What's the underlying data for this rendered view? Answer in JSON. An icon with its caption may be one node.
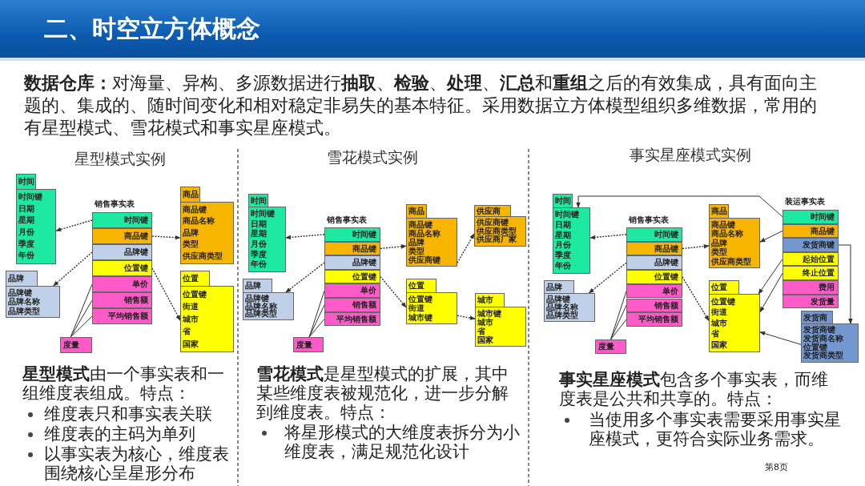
{
  "diagram": {
    "title": "二、时空立方体概念",
    "nodes": [
      {
        "text": [
          "时间",
          "时间键",
          "日期",
          "星期",
          "月份",
          "季度",
          "年份"
        ]
      },
      {
        "text": [
          "销售事实表"
        ]
      },
      {
        "text": [
          "时间键"
        ],
        "in": 1
      },
      {
        "text": [
          "商品键"
        ],
        "in": 1
      },
      {
        "text": [
          "品牌键"
        ],
        "in": 1
      },
      {
        "text": [
          "位置键"
        ],
        "in": 1
      },
      {
        "text": [
          "单价"
        ],
        "in": 1
      },
      {
        "text": [
          "销售额"
        ],
        "in": 1
      },
      {
        "text": [
          "平均销售额"
        ],
        "in": 1
      },
      {
        "text": [
          "商品",
          "商品键",
          "商品名称",
          "品牌",
          "类型",
          "供应商类型"
        ]
      },
      {
        "text": [
          "品牌",
          "品牌键",
          "品牌名称",
          "品牌类型"
        ]
      },
      {
        "text": [
          "位置",
          "位置键",
          "街道",
          "城市",
          "省",
          "国家"
        ]
      },
      {
        "text": [
          "度量"
        ]
      },
      {
        "text": [
          "时间",
          "时间键",
          "日期",
          "星期",
          "月份",
          "季度",
          "年份"
        ]
      },
      {
        "text": [
          "销售事实表"
        ]
      },
      {
        "text": [
          "时间键"
        ],
        "in": 14
      },
      {
        "text": [
          "商品键"
        ],
        "in": 14
      },
      {
        "text": [
          "品牌键"
        ],
        "in": 14
      },
      {
        "text": [
          "位置键"
        ],
        "in": 14
      },
      {
        "text": [
          "单价"
        ],
        "in": 14
      },
      {
        "text": [
          "销售额"
        ],
        "in": 14
      },
      {
        "text": [
          "平均销售额"
        ],
        "in": 14
      },
      {
        "text": [
          "商品",
          "商品键",
          "商品名称",
          "品牌",
          "类型",
          "供应商键"
        ]
      },
      {
        "text": [
          "供应商",
          "供应商键",
          "供应商类型",
          "供应商厂家"
        ]
      },
      {
        "text": [
          "品牌",
          "品牌键",
          "品牌名称",
          "品牌类型"
        ]
      },
      {
        "text": [
          "位置",
          "位置键",
          "街道",
          "城市键"
        ]
      },
      {
        "text": [
          "城市",
          "城市键",
          "城市",
          "省",
          "国家"
        ]
      },
      {
        "text": [
          "度量"
        ]
      },
      {
        "text": [
          "时间",
          "时间键",
          "日期",
          "星期",
          "月份",
          "季度",
          "年份"
        ]
      },
      {
        "text": [
          "销售事实表"
        ]
      },
      {
        "text": [
          "时间键"
        ],
        "in": 29
      },
      {
        "text": [
          "商品键"
        ],
        "in": 29
      },
      {
        "text": [
          "品牌键"
        ],
        "in": 29
      },
      {
        "text": [
          "位置键"
        ],
        "in": 29
      },
      {
        "text": [
          "单价"
        ],
        "in": 29
      },
      {
        "text": [
          "销售额"
        ],
        "in": 29
      },
      {
        "text": [
          "平均销售额"
        ],
        "in": 29
      },
      {
        "text": [
          "商品",
          "商品键",
          "商品名称",
          "品牌",
          "类型",
          "供应商类型"
        ]
      },
      {
        "text": [
          "品牌",
          "品牌键",
          "品牌名称",
          "品牌类型"
        ]
      },
      {
        "text": [
          "位置",
          "位置键",
          "街道",
          "城市",
          "省",
          "国家"
        ]
      },
      {
        "text": [
          "度量"
        ]
      },
      {
        "text": [
          "装运事实表"
        ]
      },
      {
        "text": [
          "时间键"
        ],
        "in": 41
      },
      {
        "text": [
          "商品键"
        ],
        "in": 41
      },
      {
        "text": [
          "发货商键"
        ],
        "in": 41
      },
      {
        "text": [
          "起始位置"
        ],
        "in": 41
      },
      {
        "text": [
          "终止位置"
        ],
        "in": 41
      },
      {
        "text": [
          "费用"
        ],
        "in": 41
      },
      {
        "text": [
          "发货量"
        ],
        "in": 41
      },
      {
        "text": [
          "发货商",
          "发货商键",
          "发货商名称",
          "位置键",
          "发货商类型"
        ]
      }
    ],
    "edges": [
      {
        "from": 2,
        "to": 0,
        "arrow": "to",
        "style": "dashed"
      },
      {
        "from": 3,
        "to": 9,
        "arrow": "to",
        "style": "dashed"
      },
      {
        "from": 4,
        "to": 10,
        "arrow": "to",
        "style": "dashed"
      },
      {
        "from": 5,
        "to": 11,
        "arrow": "to",
        "style": "dashed"
      },
      {
        "from": 12,
        "to": 6,
        "arrow": "none"
      },
      {
        "from": 12,
        "to": 7,
        "arrow": "none"
      },
      {
        "from": 12,
        "to": 8,
        "arrow": "none"
      },
      {
        "from": 15,
        "to": 13,
        "arrow": "to",
        "style": "dashed"
      },
      {
        "from": 16,
        "to": 22,
        "arrow": "to",
        "style": "dashed"
      },
      {
        "from": 17,
        "to": 24,
        "arrow": "to",
        "style": "dashed"
      },
      {
        "from": 18,
        "to": 25,
        "arrow": "to",
        "style": "dashed"
      },
      {
        "from": 22,
        "to": 23,
        "arrow": "to",
        "style": "dashed"
      },
      {
        "from": 25,
        "to": 26,
        "arrow": "to",
        "style": "dashed"
      },
      {
        "from": 27,
        "to": 19,
        "arrow": "none"
      },
      {
        "from": 27,
        "to": 20,
        "arrow": "none"
      },
      {
        "from": 27,
        "to": 21,
        "arrow": "none"
      },
      {
        "from": 30,
        "to": 28,
        "arrow": "to",
        "style": "dashed"
      },
      {
        "from": 31,
        "to": 37,
        "arrow": "to",
        "style": "dashed"
      },
      {
        "from": 32,
        "to": 38,
        "arrow": "to",
        "style": "dashed"
      },
      {
        "from": 33,
        "to": 39,
        "arrow": "to",
        "style": "dashed"
      },
      {
        "from": 40,
        "to": 34,
        "arrow": "none"
      },
      {
        "from": 40,
        "to": 35,
        "arrow": "none"
      },
      {
        "from": 40,
        "to": 36,
        "arrow": "none"
      },
      {
        "from": 42,
        "to": 28,
        "arrow": "to"
      },
      {
        "from": 43,
        "to": 37,
        "arrow": "to"
      },
      {
        "from": 44,
        "to": 49,
        "arrow": "to"
      },
      {
        "from": 45,
        "to": 39,
        "arrow": "to"
      },
      {
        "from": 46,
        "to": 39,
        "arrow": "to"
      },
      {
        "from": 49,
        "to": 39,
        "arrow": "to"
      }
    ],
    "labels": [
      "星型模式实例",
      "雪花模式实例",
      "事实星座模式实例",
      "**数据仓库：**对海量、异构、多源数据进行**抽取**、**检验**、**处理**、**汇总**和**重组**之后的有效集成，具有面向主题的、集成的、随时间变化和相对稳定非易失的基本特征。采用数据立方体模型组织多维数据，常用的有星型模式、雪花模式和事实星座模式。",
      "**星型模式**由一个事实表和一组维度表组成。特点：",
      "维度表只和事实表关联",
      "维度表的主码为单列",
      "以事实表为核心，维度表围绕核心呈星形分布",
      "**雪花模式**是星型模式的扩展，其中某些维度表被规范化，进一步分解到维度表。特点：",
      "将星形模式的大维度表拆分为小维度表，满足规范化设计",
      "**事实星座模式**包含多个事实表，而维度表是公共和共享的。特点：",
      "当使用多个事实表需要采用事实星座模式，更符合实际业务需求。",
      "第8页"
    ]
  }
}
